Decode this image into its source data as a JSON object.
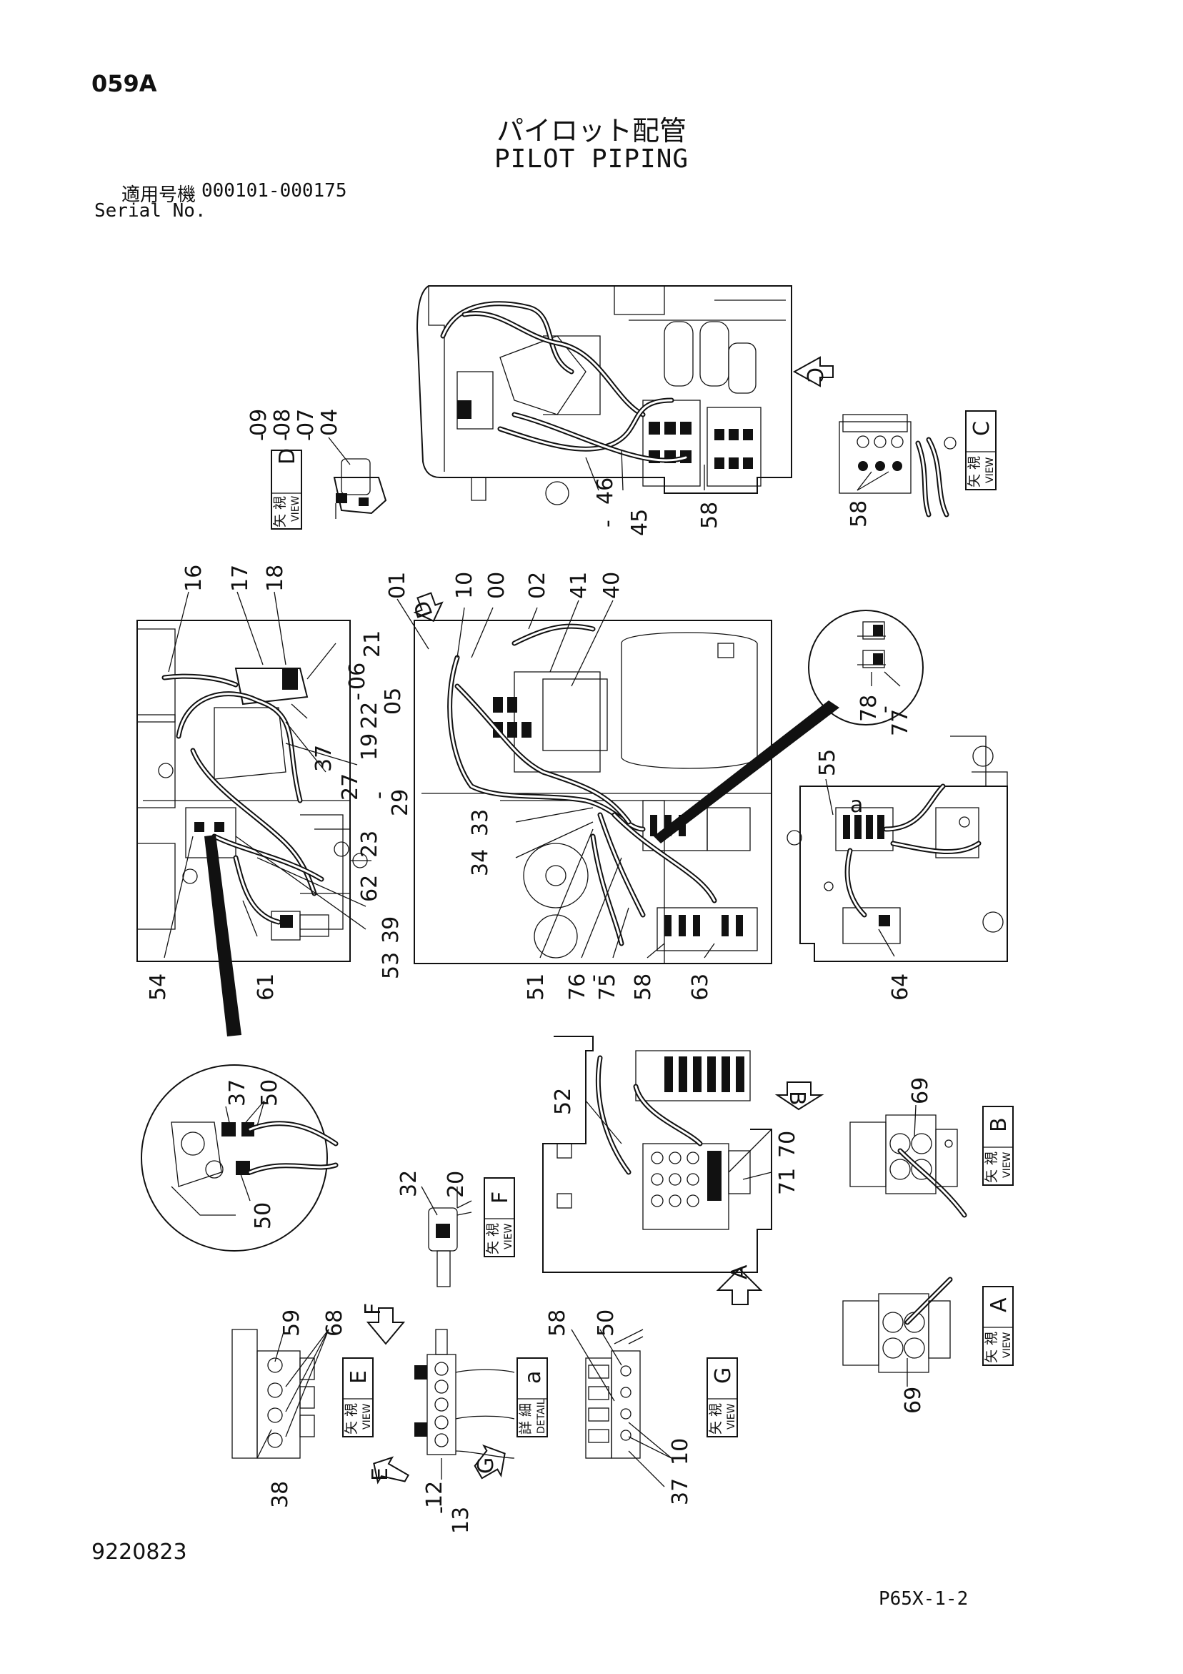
{
  "header": {
    "page_no": "059A",
    "title_jp": "パイロット配管",
    "title_en": "PILOT PIPING",
    "serial_label_jp": "適用号機",
    "serial_range": "000101-000175",
    "serial_label_en": "Serial No."
  },
  "footer": {
    "drawing_no": "9220823",
    "page_code": "P65X-1-2"
  },
  "views": [
    {
      "id": "view-d",
      "letter": "D",
      "jp": "矢 視",
      "en": "VIEW"
    },
    {
      "id": "view-c",
      "letter": "C",
      "jp": "矢 視",
      "en": "VIEW"
    },
    {
      "id": "view-b",
      "letter": "B",
      "jp": "矢 視",
      "en": "VIEW"
    },
    {
      "id": "view-f",
      "letter": "F",
      "jp": "矢 視",
      "en": "VIEW"
    },
    {
      "id": "view-a",
      "letter": "A",
      "jp": "矢 視",
      "en": "VIEW"
    },
    {
      "id": "view-e",
      "letter": "E",
      "jp": "矢 視",
      "en": "VIEW"
    },
    {
      "id": "detail-a",
      "letter": "a",
      "jp": "詳 細",
      "en": "DETAIL"
    },
    {
      "id": "view-g",
      "letter": "G",
      "jp": "矢 視",
      "en": "VIEW"
    }
  ],
  "arrows": {
    "c": "C",
    "d": "D",
    "b": "B",
    "a": "A",
    "f": "F",
    "e": "E",
    "g": "G"
  },
  "callouts": [
    {
      "id": "d-09",
      "text": "09"
    },
    {
      "id": "d-08",
      "text": "08"
    },
    {
      "id": "d-07",
      "text": "07"
    },
    {
      "id": "d-04",
      "text": "04"
    },
    {
      "id": "t-46",
      "text": "46"
    },
    {
      "id": "t-45",
      "text": "45"
    },
    {
      "id": "t-58",
      "text": "58"
    },
    {
      "id": "c-58",
      "text": "58"
    },
    {
      "id": "l-16",
      "text": "16"
    },
    {
      "id": "l-17",
      "text": "17"
    },
    {
      "id": "l-18",
      "text": "18"
    },
    {
      "id": "l-21",
      "text": "21"
    },
    {
      "id": "l-06",
      "text": "06"
    },
    {
      "id": "l-05",
      "text": "05"
    },
    {
      "id": "l-22",
      "text": "22"
    },
    {
      "id": "l-19",
      "text": "19"
    },
    {
      "id": "l-37",
      "text": "37"
    },
    {
      "id": "l-27",
      "text": "27"
    },
    {
      "id": "l-29",
      "text": "29"
    },
    {
      "id": "l-23",
      "text": "23"
    },
    {
      "id": "l-62",
      "text": "62"
    },
    {
      "id": "l-39",
      "text": "39"
    },
    {
      "id": "l-53",
      "text": "53"
    },
    {
      "id": "l-61",
      "text": "61"
    },
    {
      "id": "l-54",
      "text": "54"
    },
    {
      "id": "m-01",
      "text": "01"
    },
    {
      "id": "m-10",
      "text": "10"
    },
    {
      "id": "m-00",
      "text": "00"
    },
    {
      "id": "m-02",
      "text": "02"
    },
    {
      "id": "m-41",
      "text": "41"
    },
    {
      "id": "m-40",
      "text": "40"
    },
    {
      "id": "m-33",
      "text": "33"
    },
    {
      "id": "m-34",
      "text": "34"
    },
    {
      "id": "m-51",
      "text": "51"
    },
    {
      "id": "m-76",
      "text": "76"
    },
    {
      "id": "m-75",
      "text": "75"
    },
    {
      "id": "m-58",
      "text": "58"
    },
    {
      "id": "m-63",
      "text": "63"
    },
    {
      "id": "r-78",
      "text": "78"
    },
    {
      "id": "r-77",
      "text": "77"
    },
    {
      "id": "r-55",
      "text": "55"
    },
    {
      "id": "r-64",
      "text": "64"
    },
    {
      "id": "r-a",
      "text": "a"
    },
    {
      "id": "z-37",
      "text": "37"
    },
    {
      "id": "z-50a",
      "text": "50"
    },
    {
      "id": "z-50b",
      "text": "50"
    },
    {
      "id": "f-32",
      "text": "32"
    },
    {
      "id": "f-20",
      "text": "20"
    },
    {
      "id": "b-52",
      "text": "52"
    },
    {
      "id": "b-70",
      "text": "70"
    },
    {
      "id": "b-71",
      "text": "71"
    },
    {
      "id": "vb-69",
      "text": "69"
    },
    {
      "id": "va-69",
      "text": "69"
    },
    {
      "id": "e-59",
      "text": "59"
    },
    {
      "id": "e-68",
      "text": "68"
    },
    {
      "id": "e-38",
      "text": "38"
    },
    {
      "id": "da-12",
      "text": "12"
    },
    {
      "id": "da-13",
      "text": "13"
    },
    {
      "id": "g-58",
      "text": "58"
    },
    {
      "id": "g-50",
      "text": "50"
    },
    {
      "id": "g-10",
      "text": "10"
    },
    {
      "id": "g-37",
      "text": "37"
    }
  ]
}
